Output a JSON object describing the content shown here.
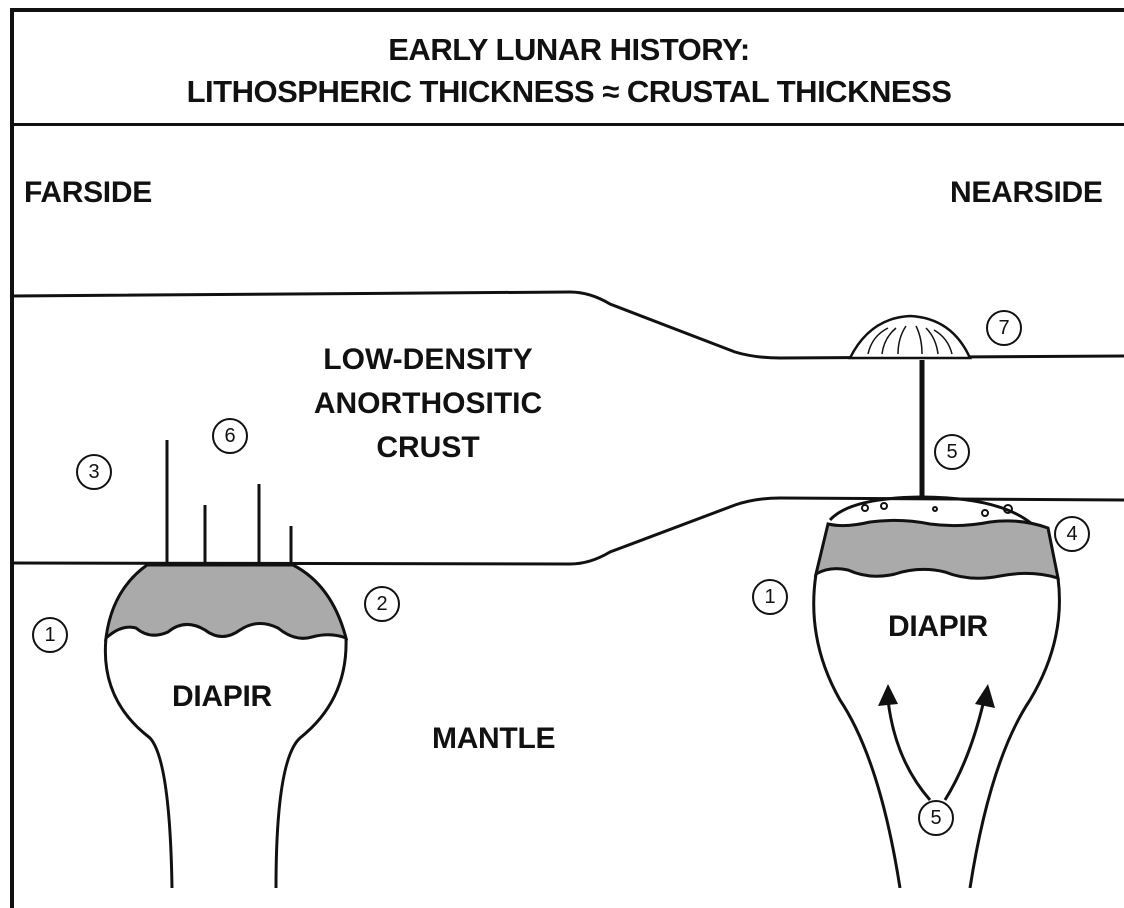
{
  "title": {
    "line1": "EARLY LUNAR HISTORY:",
    "line2": "LITHOSPHERIC THICKNESS ≈ CRUSTAL THICKNESS"
  },
  "labels": {
    "farside": "FARSIDE",
    "nearside": "NEARSIDE",
    "crust_line1": "LOW-DENSITY",
    "crust_line2": "ANORTHOSITIC",
    "crust_line3": "CRUST",
    "diapir_left": "DIAPIR",
    "diapir_right": "DIAPIR",
    "mantle": "MANTLE"
  },
  "markers": {
    "m1_left": "1",
    "m2": "2",
    "m3": "3",
    "m6": "6",
    "m7": "7",
    "m5_dike": "5",
    "m4": "4",
    "m1_right": "1",
    "m5_bottom": "5"
  },
  "colors": {
    "line": "#111111",
    "melt_cap": "#aaaaaa",
    "background": "#ffffff"
  }
}
